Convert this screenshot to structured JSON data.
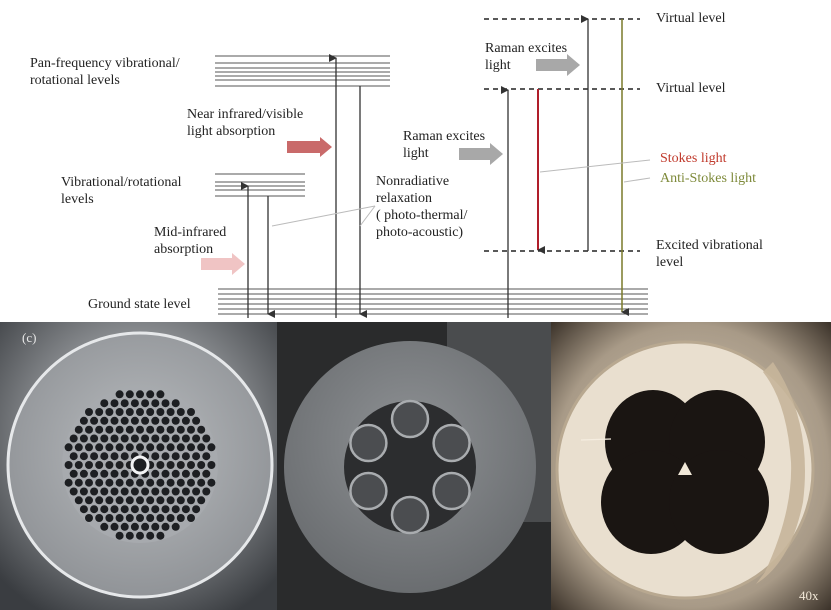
{
  "labels": {
    "pan_levels": "Pan-frequency vibrational/\nrotational levels",
    "vib_levels": "Vibrational/rotational\nlevels",
    "ground": "Ground state level",
    "near_ir": "Near infrared/visible\nlight absorption",
    "mid_ir": "Mid-infrared\nabsorption",
    "nonrad": "Nonradiative\nrelaxation\n( photo-thermal/\nphoto-acoustic)",
    "raman_top": "Raman excites\nlight",
    "raman_mid": "Raman excites\nlight",
    "virtual1": "Virtual level",
    "virtual2": "Virtual level",
    "stokes": "Stokes light",
    "anti_stokes": "Anti-Stokes light",
    "excited": "Excited vibrational\nlevel"
  },
  "panels": {
    "panel1_tag": "(c)",
    "panel3_tag": "40x"
  },
  "colors": {
    "stokes": "#b01e2a",
    "anti_stokes": "#7a7a2a",
    "near_ir_arrow": "#c96a6a",
    "mid_ir_arrow": "#f0c4c4",
    "raman_arrow": "#a8a8a8"
  }
}
